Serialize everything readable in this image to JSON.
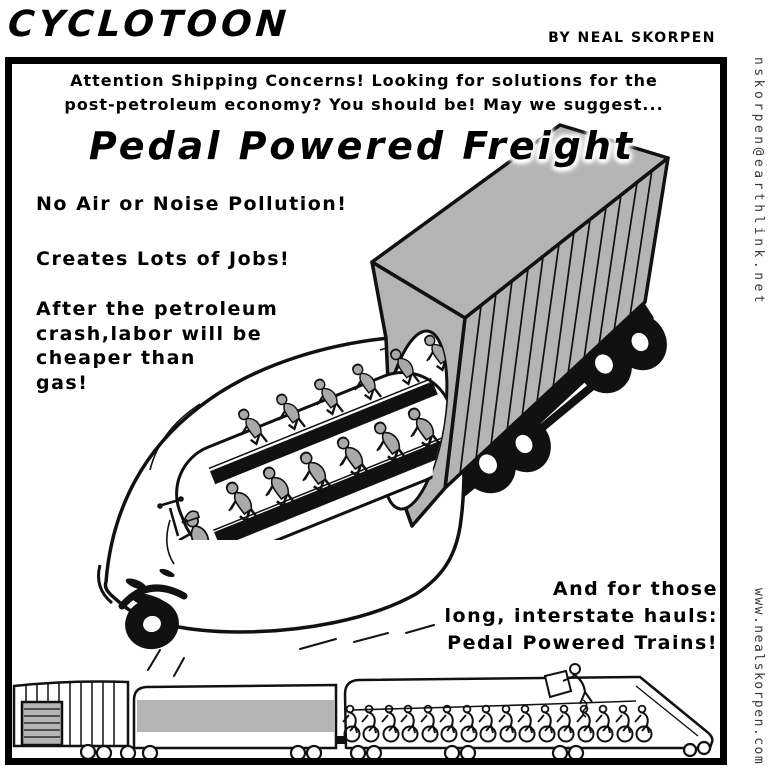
{
  "header": {
    "title": "CYCLOTOON",
    "byline": "BY NEAL SKORPEN"
  },
  "margin_links": {
    "email": "nskorpen@earthlink.net",
    "website": "www.nealskorpen.com"
  },
  "panel": {
    "intro": {
      "line1": "Attention Shipping Concerns! Looking for solutions for the",
      "line2": "post-petroleum economy? You should be! May we suggest..."
    },
    "headline": "Pedal Powered Freight",
    "selling_points": {
      "point1": "No Air or Noise Pollution!",
      "point2": "Creates Lots of Jobs!",
      "point3": {
        "line1": "After the petroleum",
        "line2": "crash,labor will be",
        "line3": "cheaper than",
        "line4": "gas!"
      }
    },
    "outro": {
      "line1": "And for those",
      "line2": "long, interstate hauls:",
      "line3": "Pedal Powered Trains!"
    }
  },
  "artwork": {
    "truck": "pedal-powered freight truck with cyclist crew pod",
    "train": "pedal-powered freight train",
    "container_gray": "#b4b4b4",
    "figure_gray": "#a9a9a9",
    "ink": "#111111"
  }
}
